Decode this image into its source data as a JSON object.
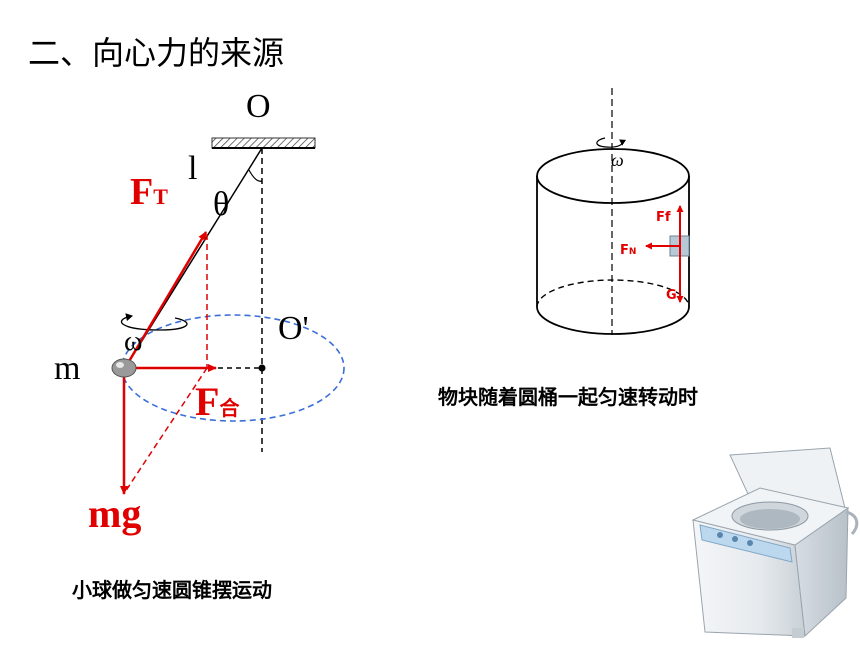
{
  "heading": "二、向心力的来源",
  "pendulum": {
    "pivot_label": "O",
    "string_label": "l",
    "angle_label": "θ",
    "center_label": "O'",
    "mass_label": "m",
    "omega_label": "ω",
    "tension_main": "F",
    "tension_sub": "T",
    "net_main": "F",
    "net_sub": "合",
    "weight_label": "mg",
    "caption": "小球做匀速圆锥摆运动"
  },
  "cylinder": {
    "omega_label": "ω",
    "friction_label": "Ff",
    "normal_main": "F",
    "normal_sub": "N",
    "gravity_label": "G",
    "caption": "物块随着圆桶一起匀速转动时"
  },
  "colors": {
    "force": "#e00000",
    "orbit": "#3a6fd8",
    "block": "#b7c9d6"
  },
  "photo": {
    "icon": "washing-machine-icon"
  }
}
